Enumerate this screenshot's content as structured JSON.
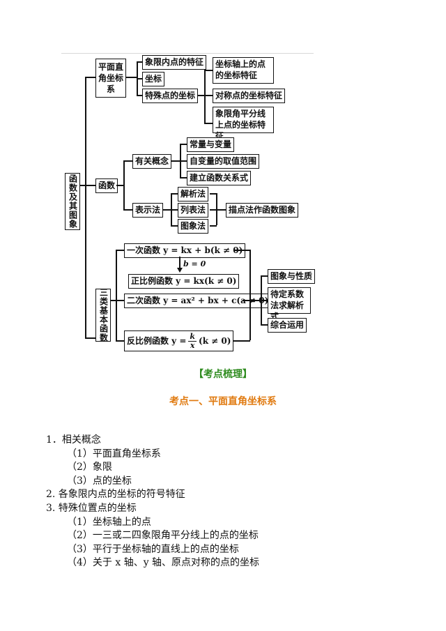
{
  "tree": {
    "root": "函数及其图象",
    "branches": {
      "coord": {
        "label": "平面直角坐标系",
        "items": [
          "象限内点的特征",
          "坐标",
          "特殊点的坐标"
        ],
        "special_points": [
          "坐标轴上的点的坐标特征",
          "对称点的坐标特征",
          "象限角平分线上点的坐标特征"
        ]
      },
      "func": {
        "label": "函数",
        "concepts_label": "有关概念",
        "concepts": [
          "常量与变量",
          "自变量的取值范围",
          "建立函数关系式"
        ],
        "repr_label": "表示法",
        "reprs": [
          "解析法",
          "列表法",
          "图象法"
        ],
        "repr_result": "描点法作函数图象"
      },
      "three": {
        "label": "三类基本函数",
        "linear": "一次函数 y = kx + b(k ≠ 0)",
        "arrow_condition": "b = 0",
        "proportional": "正比例函数 y = kx(k ≠ 0)",
        "quadratic": "二次函数 y = ax² + bx + c(a ≠ 0)",
        "inverse_prefix": "反比例函数 y =",
        "inverse_num": "k",
        "inverse_den": "x",
        "inverse_suffix": "(k ≠ 0)",
        "results": [
          "图象与性质",
          "待定系数法求解析式",
          "综合运用"
        ]
      }
    }
  },
  "section_title": "【考点梳理】",
  "section_heading": "考点一、平面直角坐标系",
  "outline": [
    {
      "text": "1．相关概念",
      "level": 1
    },
    {
      "text": "（1）平面直角坐标系",
      "level": 2
    },
    {
      "text": "（2）象限",
      "level": 2
    },
    {
      "text": "（3）点的坐标",
      "level": 2
    },
    {
      "text": "2. 各象限内点的坐标的符号特征",
      "level": 1
    },
    {
      "text": "3. 特殊位置点的坐标",
      "level": 1
    },
    {
      "text": "（1）坐标轴上的点",
      "level": 2
    },
    {
      "text": "（2）一三或二四象限角平分线上的点的坐标",
      "level": 2
    },
    {
      "text": "（3）平行于坐标轴的直线上的点的坐标",
      "level": 2
    },
    {
      "text": "（4）关于 x 轴、y 轴、原点对称的点的坐标",
      "level": 2
    }
  ]
}
